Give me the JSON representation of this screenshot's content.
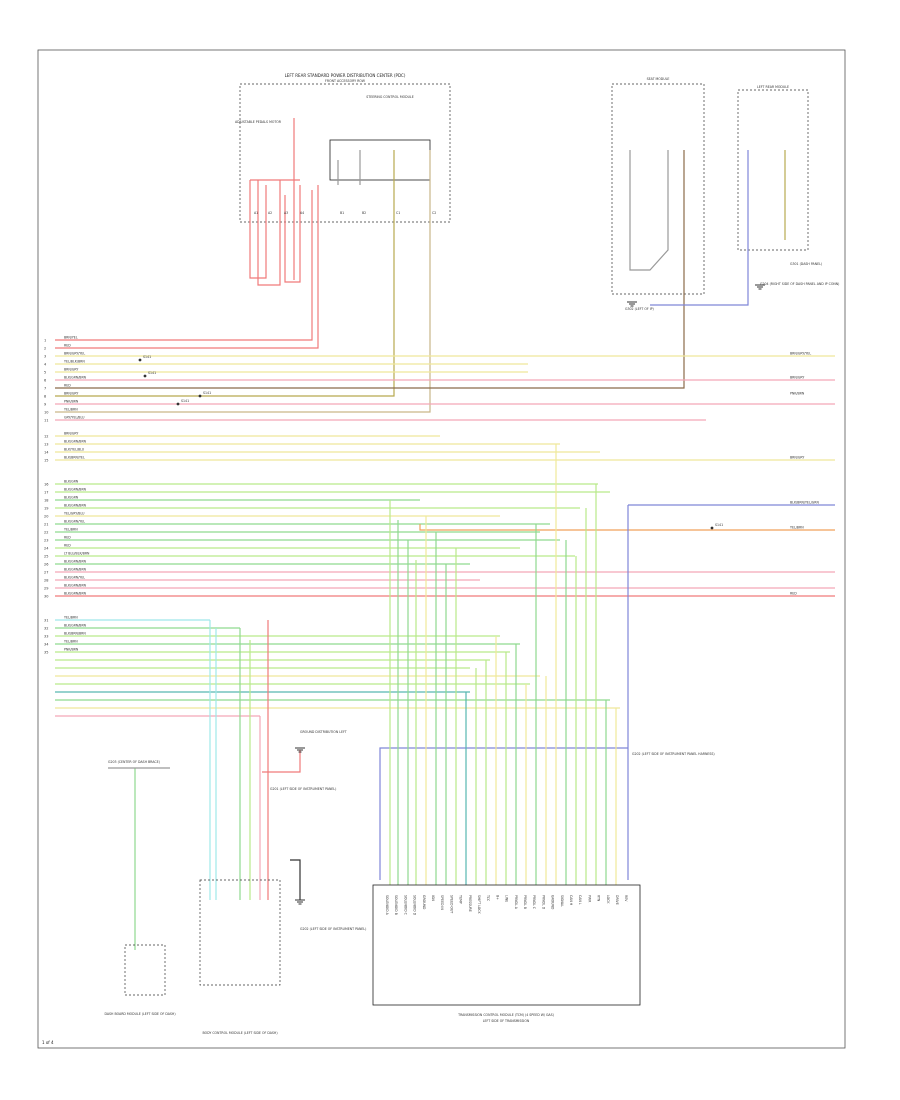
{
  "left_wire_labels": [
    "BRN/YEL",
    "RED",
    "BRN/GRY/YEL",
    "YEL/BLK/BRN",
    "BRN/GRY",
    "BLK/GRN/BRN",
    "RED",
    "BRN/GRY",
    "PNK/BRN",
    "YEL/BRN",
    "GRY/YEL/BLU",
    "BRN/GRY",
    "BLK/GRN/BRN",
    "BLK/YEL/BLU",
    "BLK/BRN/YEL",
    "BLK/GRN",
    "BLK/GRN/BRN",
    "BLK/GRN",
    "BLK/GRN/BRN",
    "YEL/GRY/BLU",
    "BLK/GRN/YEL",
    "YEL/BRN",
    "RED",
    "RED",
    "LT BLU/BLK/BRN",
    "BLK/GRN/BRN",
    "BLK/GRN/BRN",
    "BLK/GRN/YEL",
    "BLK/GRN/BRN",
    "BLK/GRN/BRN",
    "YEL/BRN",
    "BLK/GRN/BRN",
    "BLK/BRN/BRN",
    "YEL/BRN",
    "PNK/BRN"
  ],
  "right_wire_labels": [
    "BRN/GRY/YEL",
    "BRN/GRY",
    "PNK/BRN",
    "BRN/GRY",
    "BLK/BRN/YEL/GRN",
    "YEL/BRN",
    "RED"
  ],
  "splice_labels": [
    "S141",
    "S141",
    "S141",
    "S141",
    "S141"
  ],
  "component_labels": {
    "pdc_title": "LEFT REAR STANDARD POWER DISTRIBUTION CENTER (PDC)",
    "pdc_sub": "FRONT ACCESSORY ROW",
    "steering_ctrl": "STEERING CONTROL MODULE",
    "adjustable_pedals": "ADJUSTABLE PEDALS MOTOR",
    "seat_module": "SEAT MODULE",
    "left_rear_module": "LEFT REAR MODULE",
    "g302": "G302 (LEFT OF IP)",
    "g301": "G301 (DASH PANEL)",
    "g201": "G201 (LEFT SIDE OF INSTRUMENT PANEL)",
    "g202": "G202 (LEFT SIDE OF INSTRUMENT PANEL)",
    "g203": "G203 (CENTER OF DASH BRACE)",
    "g204": "G204 (RIGHT SIDE OF DASH PANEL AND IP CONN)",
    "ground_dist": "GROUND DISTRIBUTION LEFT",
    "grnd_note": "G202 (LEFT SIDE OF INSTRUMENT PANEL HARNESS)",
    "tipm_title": "TRANSMISSION CONTROL MODULE (TCM) (4 SPEED W/ GAS)",
    "tipm_sub": "LEFT SIDE OF TRANSMISSION",
    "dashboard_module": "DASH BOARD MODULE (LEFT SIDE OF DASH)",
    "body_ctrl": "BODY CONTROL MODULE (LEFT SIDE OF DASH)",
    "footer": "1 of 4"
  },
  "pdc_pin_labels": [
    "A1",
    "A2",
    "A3",
    "A4",
    "B1",
    "B2",
    "C1",
    "C2"
  ],
  "tcm_pin_labels": [
    "SOLENOID A",
    "SOLENOID B",
    "SOLENOID C",
    "SOLENOID D",
    "GROUND",
    "IGN",
    "SPEED IN",
    "SPEED OUT",
    "TEMP",
    "PRESSURE",
    "SHIFT LOCK",
    "TCC",
    "B+",
    "LINE",
    "PRNDL A",
    "PRNDL B",
    "PRNDL C",
    "PRNDL D",
    "GROUND",
    "SIGNAL",
    "CAN H",
    "CAN L",
    "PWR",
    "RTN",
    "LOCK",
    "DRIVE",
    "REV"
  ],
  "colors": {
    "red": "#f07a7a",
    "pink": "#f3a6b6",
    "yellow": "#efe89a",
    "olive": "#b7a94f",
    "tan": "#c9b689",
    "brown": "#8b6b4a",
    "green": "#8fd98f",
    "lightgreen": "#b9e98a",
    "cyan": "#9fe8ea",
    "blue": "#7f86d8",
    "orange": "#f0a15a",
    "teal": "#58b7b0",
    "gray": "#999999"
  }
}
